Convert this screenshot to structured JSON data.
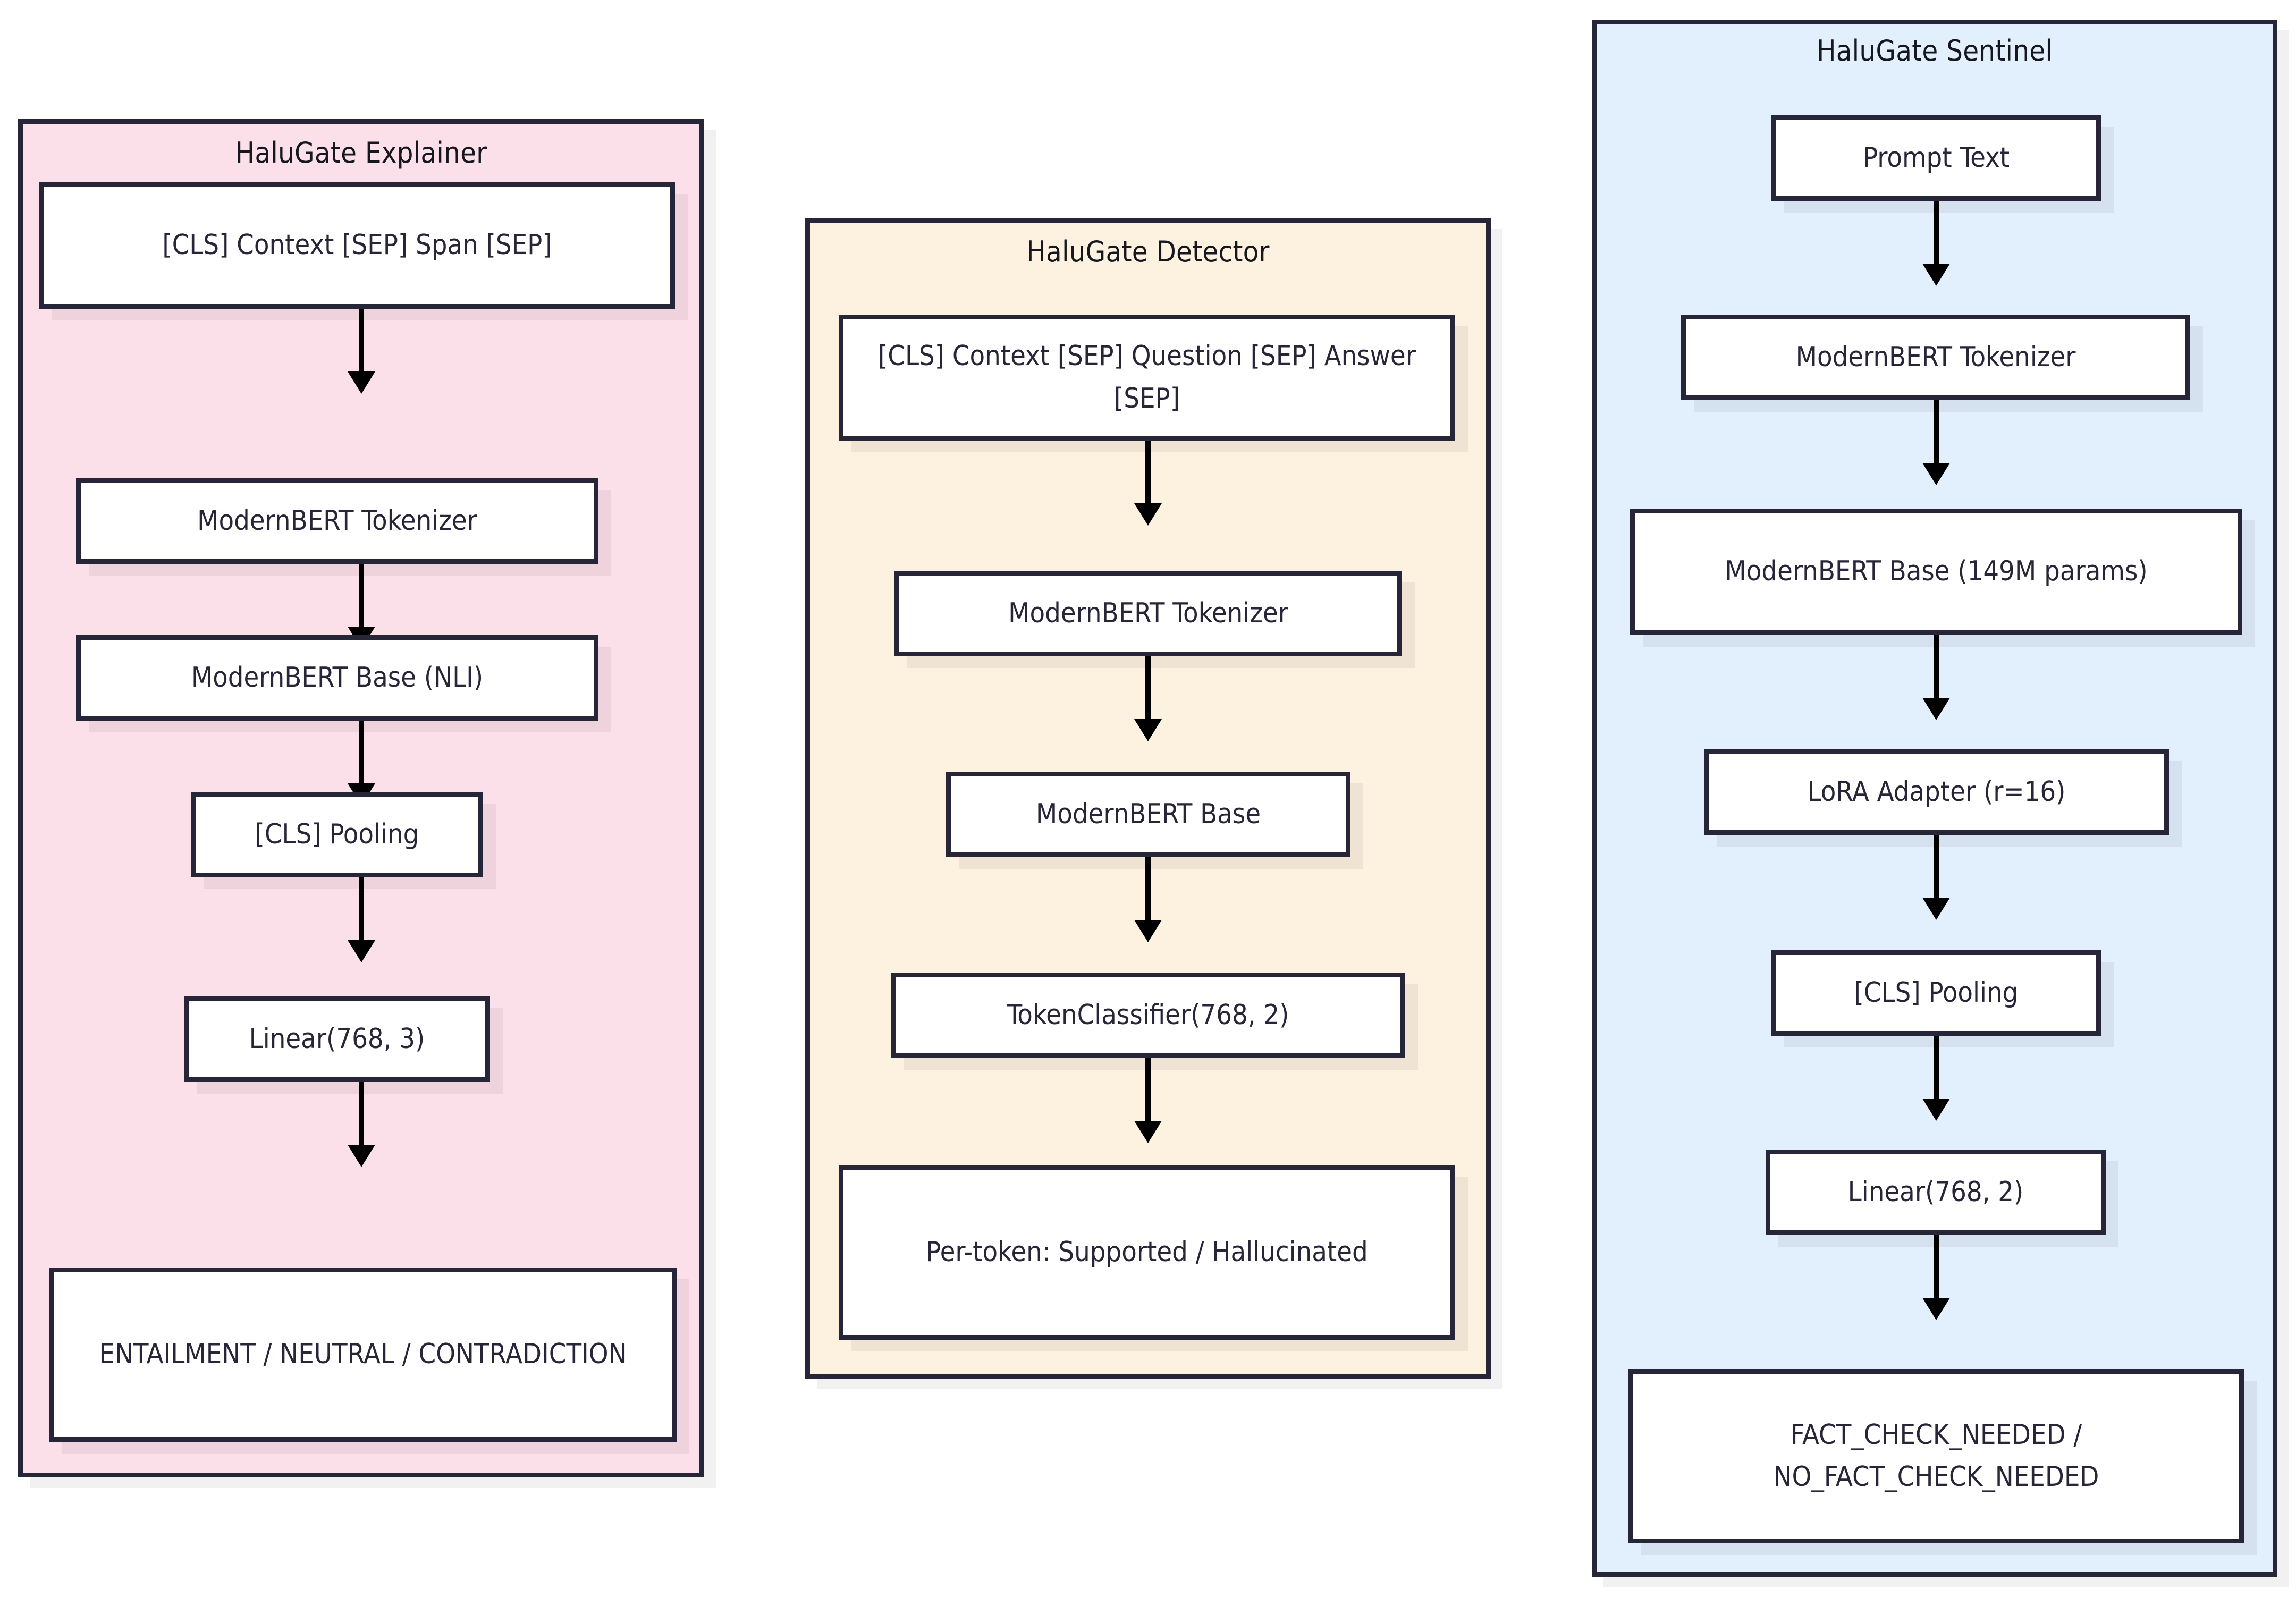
{
  "diagram": {
    "title": "HaluGate model architecture flowcharts",
    "background": "#ffffff",
    "border_color": "#262638",
    "node_fill": "#ffffff",
    "arrow_color": "#000000"
  },
  "clusters": [
    {
      "id": "explainer",
      "title": "HaluGate Explainer",
      "fill": "#fce0e9",
      "nodes": [
        {
          "id": "exp-input",
          "label": "[CLS] Context [SEP] Span [SEP]"
        },
        {
          "id": "exp-tokenizer",
          "label": "ModernBERT Tokenizer"
        },
        {
          "id": "exp-base",
          "label": "ModernBERT Base (NLI)"
        },
        {
          "id": "exp-pooling",
          "label": "[CLS] Pooling"
        },
        {
          "id": "exp-linear",
          "label": "Linear(768, 3)"
        },
        {
          "id": "exp-output",
          "label": "ENTAILMENT / NEUTRAL / CONTRADICTION"
        }
      ]
    },
    {
      "id": "detector",
      "title": "HaluGate Detector",
      "fill": "#fdf1e0",
      "nodes": [
        {
          "id": "det-input",
          "label": "[CLS] Context [SEP] Question [SEP] Answer [SEP]"
        },
        {
          "id": "det-tokenizer",
          "label": "ModernBERT Tokenizer"
        },
        {
          "id": "det-base",
          "label": "ModernBERT Base"
        },
        {
          "id": "det-classifier",
          "label": "TokenClassifier(768, 2)"
        },
        {
          "id": "det-output",
          "label": "Per-token: Supported / Hallucinated"
        }
      ]
    },
    {
      "id": "sentinel",
      "title": "HaluGate Sentinel",
      "fill": "#e2effc",
      "nodes": [
        {
          "id": "sen-prompt",
          "label": "Prompt Text"
        },
        {
          "id": "sen-tokenizer",
          "label": "ModernBERT Tokenizer"
        },
        {
          "id": "sen-base",
          "label": "ModernBERT Base (149M params)"
        },
        {
          "id": "sen-lora",
          "label": "LoRA Adapter (r=16)"
        },
        {
          "id": "sen-pooling",
          "label": "[CLS] Pooling"
        },
        {
          "id": "sen-linear",
          "label": "Linear(768, 2)"
        },
        {
          "id": "sen-output",
          "label": "FACT_CHECK_NEEDED / NO_FACT_CHECK_NEEDED"
        }
      ]
    }
  ]
}
